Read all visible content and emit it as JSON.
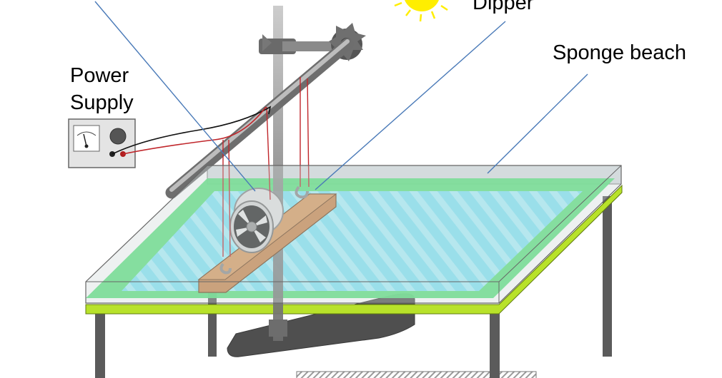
{
  "labels": {
    "dipper": "Dipper",
    "sponge_beach": "Sponge beach",
    "power_supply_line1": "Power",
    "power_supply_line2": "Supply"
  },
  "colors": {
    "water": "#7fe3f5",
    "sponge": "#55e07a",
    "table_rim": "#b8e22a",
    "wood": "#c8864e",
    "rod": "#9a9a9a",
    "leader_line": "#4a7ab8",
    "sun": "#ffee00",
    "wire_red": "#c0262b",
    "wire_black": "#111111"
  },
  "icons": [
    "sun-icon",
    "meter-icon",
    "motor-icon"
  ]
}
